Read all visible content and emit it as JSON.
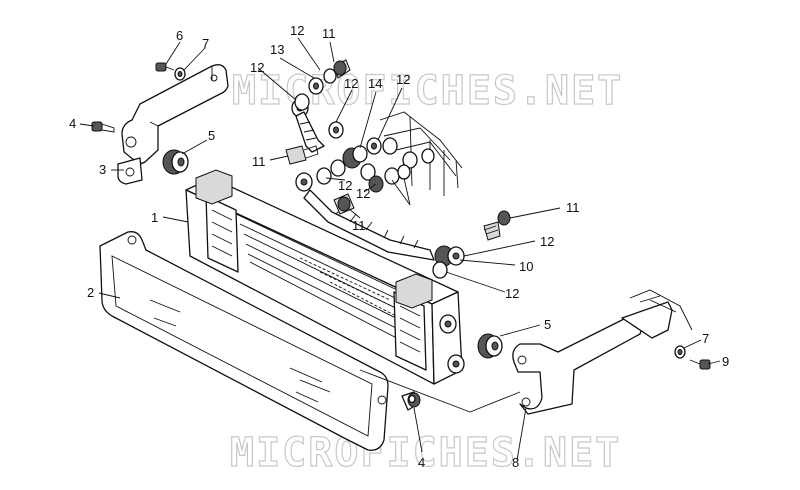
{
  "watermark": "MICROFICHES.NET",
  "callouts": [
    {
      "id": "c6",
      "text": "6"
    },
    {
      "id": "c7a",
      "text": "7"
    },
    {
      "id": "c4a",
      "text": "4"
    },
    {
      "id": "c3",
      "text": "3"
    },
    {
      "id": "c5a",
      "text": "5"
    },
    {
      "id": "c1",
      "text": "1"
    },
    {
      "id": "c2",
      "text": "2"
    },
    {
      "id": "c4b",
      "text": "4"
    },
    {
      "id": "c8",
      "text": "8"
    },
    {
      "id": "c5b",
      "text": "5"
    },
    {
      "id": "c7b",
      "text": "7"
    },
    {
      "id": "c9",
      "text": "9"
    },
    {
      "id": "c12a",
      "text": "12"
    },
    {
      "id": "c11a",
      "text": "11"
    },
    {
      "id": "c13",
      "text": "13"
    },
    {
      "id": "c12b",
      "text": "12"
    },
    {
      "id": "c12c",
      "text": "12"
    },
    {
      "id": "c14",
      "text": "14"
    },
    {
      "id": "c12d",
      "text": "12"
    },
    {
      "id": "c11b",
      "text": "11"
    },
    {
      "id": "c12e",
      "text": "12"
    },
    {
      "id": "c12f",
      "text": "12"
    },
    {
      "id": "c11c",
      "text": "11"
    },
    {
      "id": "c11d",
      "text": "11"
    },
    {
      "id": "c12g",
      "text": "12"
    },
    {
      "id": "c10",
      "text": "10"
    },
    {
      "id": "c12h",
      "text": "12"
    }
  ]
}
